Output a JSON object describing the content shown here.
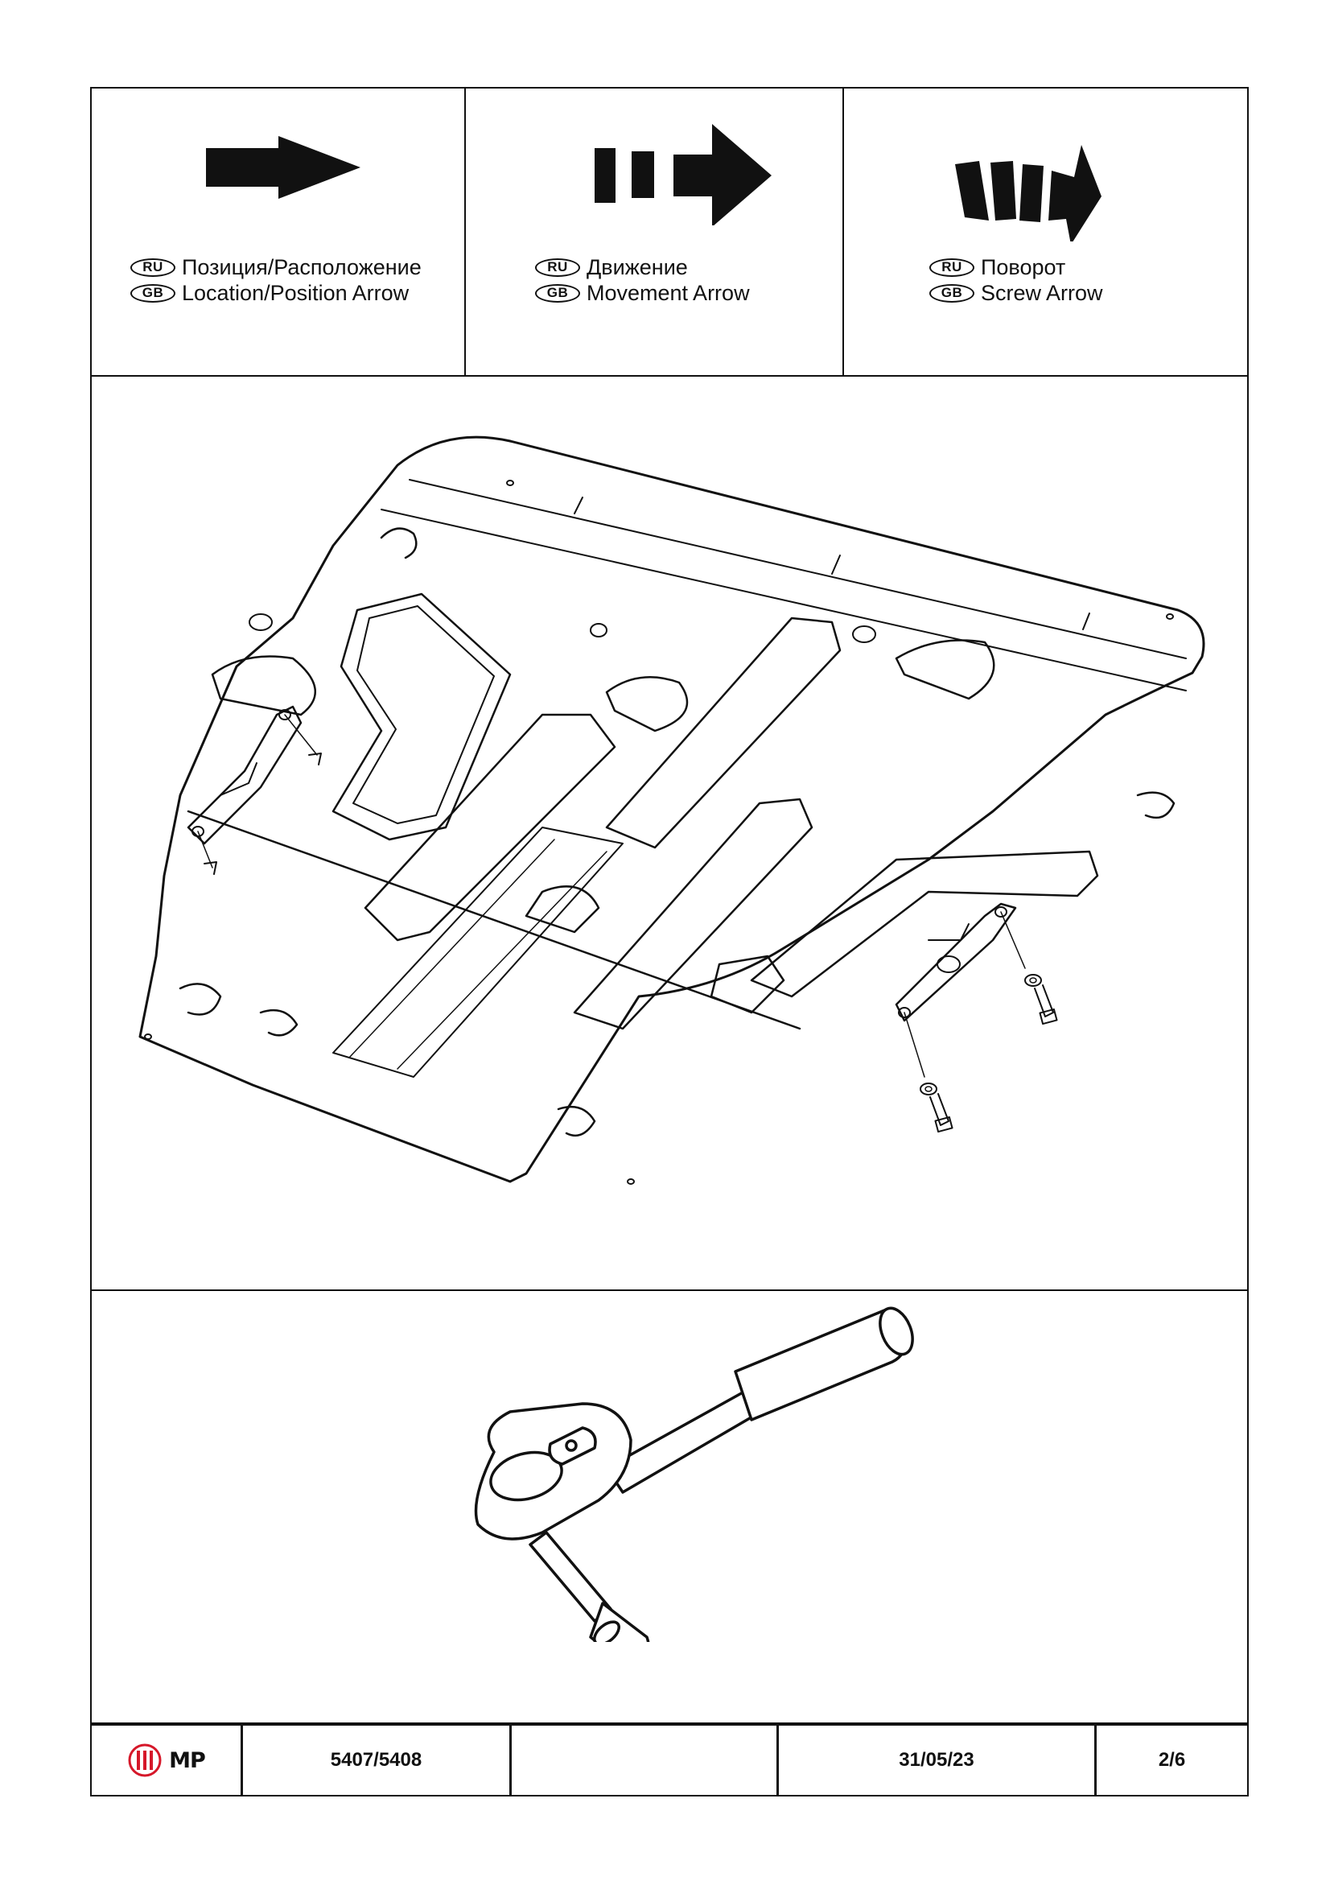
{
  "legend": [
    {
      "ru_badge": "RU",
      "gb_badge": "GB",
      "ru_text": "Позиция/Расположение",
      "gb_text": "Location/Position Arrow",
      "icon": "location-arrow-icon"
    },
    {
      "ru_badge": "RU",
      "gb_badge": "GB",
      "ru_text": "Движение",
      "gb_text": "Movement Arrow",
      "icon": "movement-arrow-icon"
    },
    {
      "ru_badge": "RU",
      "gb_badge": "GB",
      "ru_text": "Поворот",
      "gb_text": "Screw Arrow",
      "icon": "screw-arrow-icon"
    }
  ],
  "drawing": {
    "icon": "skid-plate-assembly-drawing"
  },
  "tool": {
    "icon": "ratchet-wrench-icon"
  },
  "footer": {
    "logo_text": "MP",
    "logo_color": "#d6182a",
    "part_number": "5407/5408",
    "blank": "",
    "date": "31/05/23",
    "page": "2/6"
  }
}
